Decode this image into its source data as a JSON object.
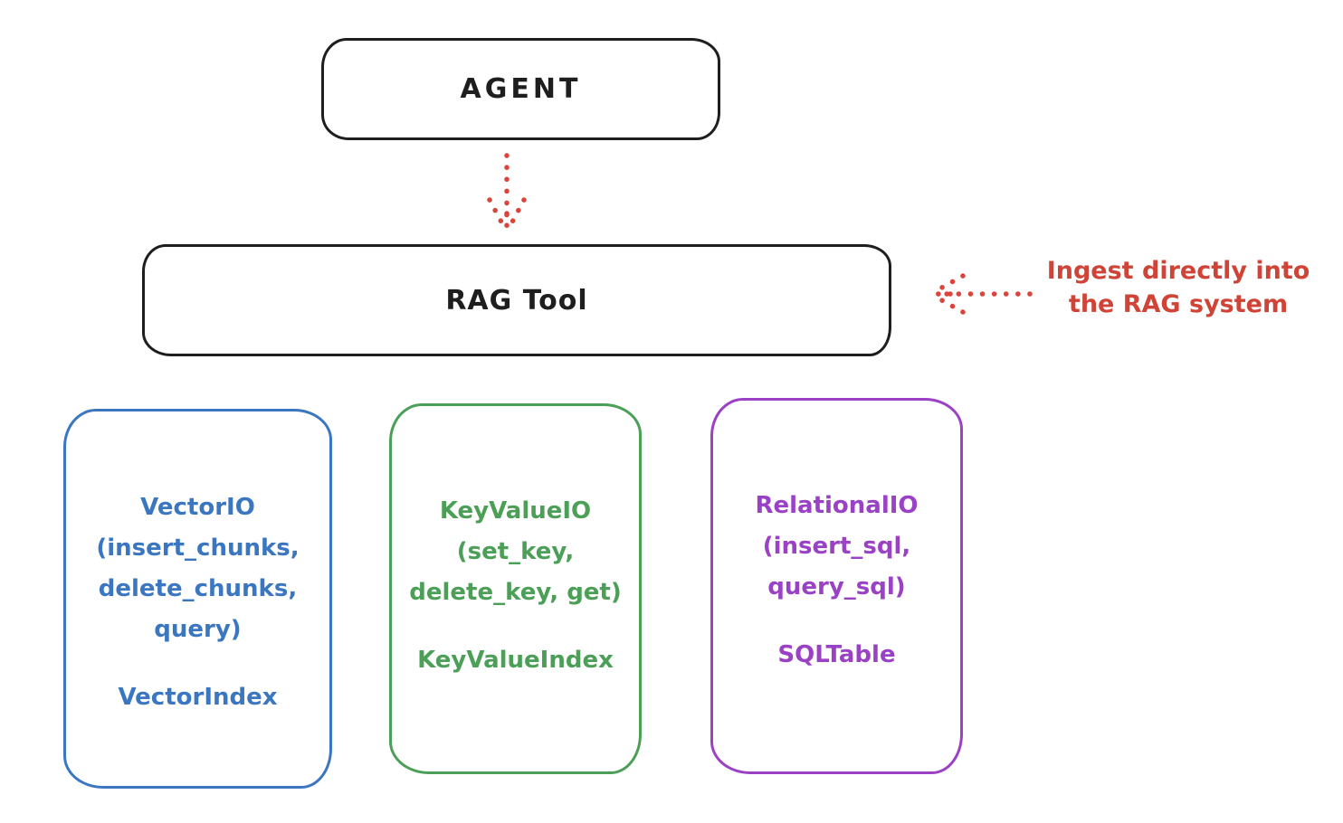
{
  "diagram": {
    "background": "#ffffff",
    "colors": {
      "ink": "#1e1e1e",
      "red": "#cf4437",
      "blue": "#3b76c1",
      "green": "#4b9f57",
      "purple": "#9a41c6"
    }
  },
  "nodes": {
    "agent": {
      "label": "AGENT"
    },
    "rag_tool": {
      "label": "RAG Tool"
    },
    "vector": {
      "lines": [
        "VectorIO",
        "(insert_chunks,",
        "delete_chunks,",
        "query)"
      ],
      "index": "VectorIndex",
      "color": "#3b76c1"
    },
    "keyvalue": {
      "lines": [
        "KeyValueIO",
        "(set_key,",
        "delete_key, get)"
      ],
      "index": "KeyValueIndex",
      "color": "#4b9f57"
    },
    "relational": {
      "lines": [
        "RelationalIO",
        "(insert_sql,",
        "query_sql)"
      ],
      "index": "SQLTable",
      "color": "#9a41c6"
    }
  },
  "annotation": {
    "lines": [
      "Ingest directly into",
      "the RAG system"
    ],
    "color": "#cf4437"
  },
  "arrows": {
    "agent_to_rag": "dotted-down-arrow",
    "ingest_into_rag": "dotted-left-arrow"
  }
}
